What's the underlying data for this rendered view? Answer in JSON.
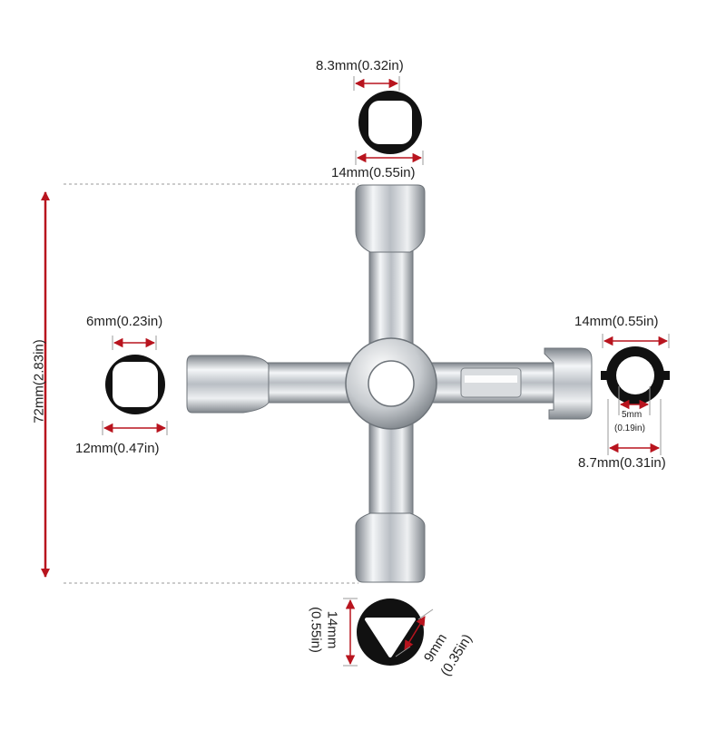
{
  "colors": {
    "arrow_red": "#b8141e",
    "metal_dark": "#8f959b",
    "metal_light": "#f4f6f8",
    "outline_black": "#111111",
    "guide_gray": "#9a9a9a"
  },
  "tool": {
    "name_icon": "cross-key-wrench-icon"
  },
  "dimensions": {
    "overall_height": "72mm(2.83in)",
    "top_inner": "8.3mm(0.32in)",
    "top_outer": "14mm(0.55in)",
    "left_inner": "6mm(0.23in)",
    "left_outer": "12mm(0.47in)",
    "right_outer": "14mm(0.55in)",
    "right_inner_mm": "5mm",
    "right_inner_in": "(0.19in)",
    "right_middle": "8.7mm(0.31in)",
    "bottom_outer_mm": "14mm",
    "bottom_outer_in": "(0.55in)",
    "bottom_inner_mm": "9mm",
    "bottom_inner_in": "(0.35in)"
  }
}
